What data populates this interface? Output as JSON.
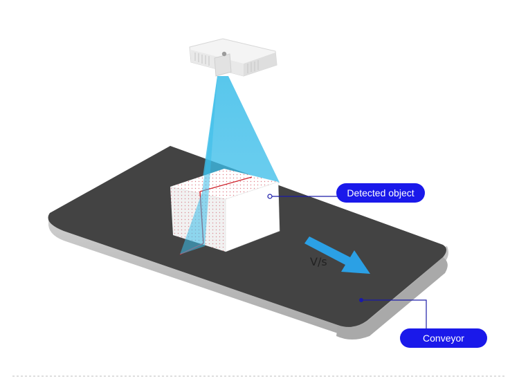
{
  "labels": {
    "detected_object": "Detected object",
    "conveyor": "Conveyor",
    "speed": "V/s"
  },
  "colors": {
    "beam": "#3bbde9",
    "belt_top": "#434343",
    "belt_edge": "#b9b9b9",
    "pill": "#1a19ea",
    "callout_line": "#1a1aa8",
    "arrow": "#2ba0e5",
    "scan_line": "#d0262f",
    "divider": "#bdbdbd"
  },
  "icons": {
    "scanner": "3d-scanner-icon",
    "direction_arrow": "arrow-down-right-icon"
  }
}
